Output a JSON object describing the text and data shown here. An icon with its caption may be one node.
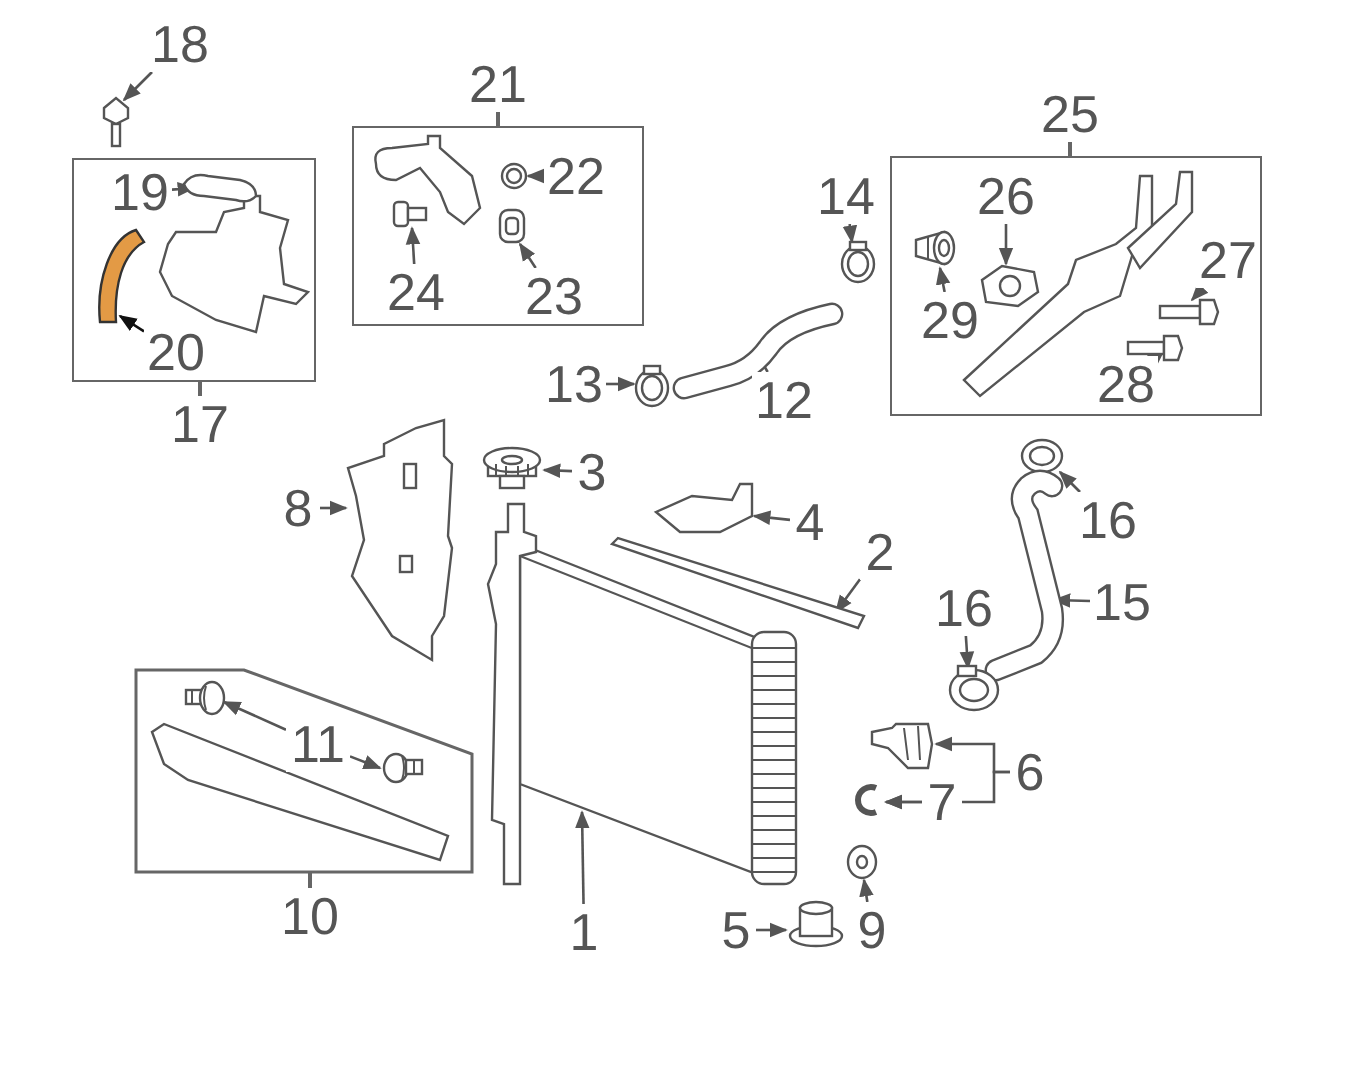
{
  "diagram": {
    "nodes": [
      {
        "text": [
          "18"
        ]
      },
      {
        "text": [],
        "shape": "picture"
      },
      {
        "text": [
          "17"
        ]
      },
      {
        "text": [
          "19"
        ],
        "in": 2
      },
      {
        "text": [],
        "shape": "picture",
        "in": 2
      },
      {
        "text": [
          "20"
        ],
        "in": 2
      },
      {
        "text": [],
        "shape": "picture",
        "in": 2
      },
      {
        "text": [
          "21"
        ]
      },
      {
        "text": [
          "22"
        ],
        "in": 7
      },
      {
        "text": [],
        "shape": "picture",
        "in": 7
      },
      {
        "text": [
          "23"
        ],
        "in": 7
      },
      {
        "text": [],
        "shape": "picture",
        "in": 7
      },
      {
        "text": [
          "24"
        ],
        "in": 7
      },
      {
        "text": [],
        "shape": "picture",
        "in": 7
      },
      {
        "text": [
          "14"
        ]
      },
      {
        "text": [],
        "shape": "picture"
      },
      {
        "text": [
          "13"
        ]
      },
      {
        "text": [],
        "shape": "picture"
      },
      {
        "text": [
          "12"
        ]
      },
      {
        "text": [],
        "shape": "picture"
      },
      {
        "text": [
          "25"
        ]
      },
      {
        "text": [
          "26"
        ],
        "in": 20
      },
      {
        "text": [],
        "shape": "picture",
        "in": 20
      },
      {
        "text": [
          "29"
        ],
        "in": 20
      },
      {
        "text": [],
        "shape": "picture",
        "in": 20
      },
      {
        "text": [
          "27"
        ],
        "in": 20
      },
      {
        "text": [],
        "shape": "picture",
        "in": 20
      },
      {
        "text": [
          "28"
        ],
        "in": 20
      },
      {
        "text": [],
        "shape": "picture",
        "in": 20
      },
      {
        "text": [
          "8"
        ]
      },
      {
        "text": [],
        "shape": "picture"
      },
      {
        "text": [
          "3"
        ]
      },
      {
        "text": [],
        "shape": "picture"
      },
      {
        "text": [
          "4"
        ]
      },
      {
        "text": [],
        "shape": "picture"
      },
      {
        "text": [
          "2"
        ]
      },
      {
        "text": [],
        "shape": "picture"
      },
      {
        "text": [
          "16"
        ]
      },
      {
        "text": [],
        "shape": "picture"
      },
      {
        "text": [
          "15"
        ]
      },
      {
        "text": [],
        "shape": "picture"
      },
      {
        "text": [
          "16"
        ]
      },
      {
        "text": [],
        "shape": "picture"
      },
      {
        "text": [
          "6"
        ]
      },
      {
        "text": [],
        "shape": "picture"
      },
      {
        "text": [
          "7"
        ]
      },
      {
        "text": [],
        "shape": "picture"
      },
      {
        "text": [
          "10"
        ]
      },
      {
        "text": [
          "11"
        ],
        "in": 47
      },
      {
        "text": [],
        "shape": "picture",
        "in": 47
      },
      {
        "text": [],
        "shape": "picture",
        "in": 47
      },
      {
        "text": [
          "1"
        ]
      },
      {
        "text": [],
        "shape": "picture"
      },
      {
        "text": [
          "5"
        ]
      },
      {
        "text": [],
        "shape": "picture"
      },
      {
        "text": [
          "9"
        ]
      },
      {
        "text": [],
        "shape": "picture"
      }
    ],
    "edges": [
      {
        "from": 0,
        "to": 1,
        "arrow": "to"
      },
      {
        "from": 3,
        "to": 4,
        "arrow": "to"
      },
      {
        "from": 5,
        "to": 6,
        "arrow": "to",
        "color": "#111111"
      },
      {
        "from": 8,
        "to": 9,
        "arrow": "to"
      },
      {
        "from": 10,
        "to": 11,
        "arrow": "to"
      },
      {
        "from": 12,
        "to": 13,
        "arrow": "to"
      },
      {
        "from": 14,
        "to": 15,
        "arrow": "to"
      },
      {
        "from": 16,
        "to": 17,
        "arrow": "to"
      },
      {
        "from": 18,
        "to": 19,
        "arrow": "to"
      },
      {
        "from": 21,
        "to": 22,
        "arrow": "to"
      },
      {
        "from": 23,
        "to": 24,
        "arrow": "to"
      },
      {
        "from": 25,
        "to": 26,
        "arrow": "to"
      },
      {
        "from": 27,
        "to": 28,
        "arrow": "to"
      },
      {
        "from": 29,
        "to": 30,
        "arrow": "to"
      },
      {
        "from": 31,
        "to": 32,
        "arrow": "to"
      },
      {
        "from": 33,
        "to": 34,
        "arrow": "to"
      },
      {
        "from": 35,
        "to": 36,
        "arrow": "to"
      },
      {
        "from": 37,
        "to": 38,
        "arrow": "to"
      },
      {
        "from": 39,
        "to": 40,
        "arrow": "to"
      },
      {
        "from": 41,
        "to": 42,
        "arrow": "to"
      },
      {
        "from": 43,
        "to": 44,
        "arrow": "to"
      },
      {
        "from": 43,
        "to": 46,
        "arrow": "to"
      },
      {
        "from": 45,
        "to": 46,
        "arrow": "to"
      },
      {
        "from": 48,
        "to": 49,
        "arrow": "to"
      },
      {
        "from": 48,
        "to": 50,
        "arrow": "to"
      },
      {
        "from": 51,
        "to": 52,
        "arrow": "to"
      },
      {
        "from": 53,
        "to": 54,
        "arrow": "to"
      },
      {
        "from": 55,
        "to": 56,
        "arrow": "to"
      }
    ]
  }
}
